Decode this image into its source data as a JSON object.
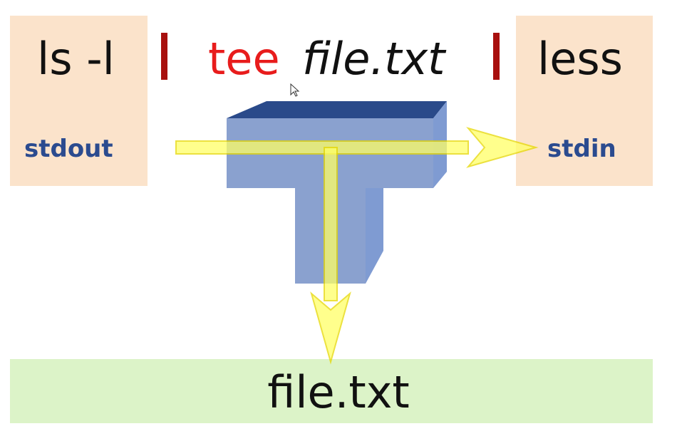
{
  "command": {
    "source": "ls -l",
    "tee": "tee",
    "tee_arg": "file.txt",
    "destination": "less",
    "pipe_symbol": "|"
  },
  "streams": {
    "stdout": "stdout",
    "stdin": "stdin"
  },
  "output_file": "file.txt",
  "colors": {
    "source_box": "#fbe3cb",
    "file_box": "#dcf3c8",
    "tee_text": "#e81c1c",
    "pipe": "#a8100e",
    "stream_text": "#2b4b8f",
    "tee_block": "#8aa1cf",
    "arrow": "#ffff66"
  },
  "icons": {
    "tee_shape": "tee-pipe-icon",
    "arrow": "arrow-icon",
    "cursor": "mouse-cursor-icon"
  }
}
